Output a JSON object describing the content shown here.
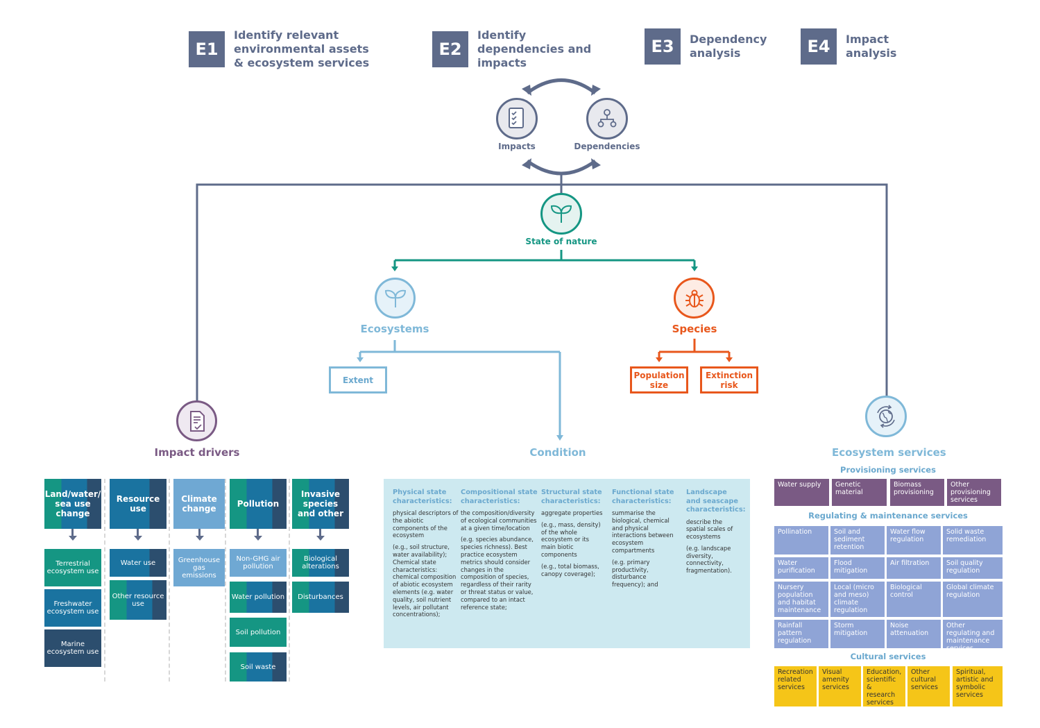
{
  "steps": [
    {
      "code": "E1",
      "label": "Identify relevant environmental assets & ecosystem services"
    },
    {
      "code": "E2",
      "label": "Identify dependencies and impacts"
    },
    {
      "code": "E3",
      "label": "Dependency analysis"
    },
    {
      "code": "E4",
      "label": "Impact analysis"
    }
  ],
  "cycle": {
    "impacts": "Impacts",
    "dependencies": "Dependencies"
  },
  "state_of_nature": "State of nature",
  "ecosystems": {
    "label": "Ecosystems",
    "extent": "Extent",
    "condition": "Condition"
  },
  "species": {
    "label": "Species",
    "population": "Population size",
    "extinction": "Extinction risk"
  },
  "impact_drivers": {
    "label": "Impact drivers",
    "columns": [
      {
        "head": "Land/water/ sea use change",
        "items": [
          "Terrestrial ecosystem use",
          "Freshwater ecosystem use",
          "Marine ecosystem use"
        ]
      },
      {
        "head": "Resource use",
        "items": [
          "Water use",
          "Other resource use"
        ]
      },
      {
        "head": "Climate change",
        "items": [
          "Greenhouse gas emissions"
        ]
      },
      {
        "head": "Pollution",
        "items": [
          "Non-GHG air pollution",
          "Water pollution",
          "Soil pollution",
          "Soil waste"
        ]
      },
      {
        "head": "Invasive species and other",
        "items": [
          "Biological alterations",
          "Disturbances"
        ]
      }
    ]
  },
  "condition_cols": [
    {
      "head": "Physical state characteristics:",
      "paras": [
        "physical descriptors of the abiotic components of the ecosystem",
        "(e.g., soil structure, water availability); Chemical state characteristics: chemical composition of abiotic ecosystem elements (e.g. water quality, soil nutrient levels, air pollutant concentrations);"
      ]
    },
    {
      "head": "Compositional state characteristics:",
      "paras": [
        "the composition/diversity of ecological communities at a given time/location",
        "(e.g. species abundance, species richness). Best practice ecosystem metrics should consider changes in the composition of species, regardless of their rarity or threat status or value, compared to an intact reference state;"
      ]
    },
    {
      "head": "Structural state characteristics:",
      "paras": [
        "aggregate properties",
        "(e.g., mass, density) of the whole ecosystem or its main biotic components",
        "(e.g., total biomass, canopy coverage);"
      ]
    },
    {
      "head": "Functional state characteristics:",
      "paras": [
        "summarise the biological, chemical and physical interactions between ecosystem compartments",
        "(e.g. primary productivity, disturbance frequency); and"
      ]
    },
    {
      "head": "Landscape and seascape characteristics:",
      "paras": [
        "describe the spatial scales of ecosystems",
        "(e.g. landscape diversity, connectivity, fragmentation)."
      ]
    }
  ],
  "ecosystem_services": {
    "label": "Ecosystem services",
    "provisioning_head": "Provisioning services",
    "provisioning": [
      "Water supply",
      "Genetic material",
      "Biomass provisioning",
      "Other provisioning services"
    ],
    "regulating_head": "Regulating & maintenance services",
    "regulating": [
      "Pollination",
      "Soil and sediment retention",
      "Water flow regulation",
      "Solid waste remediation",
      "Water purification",
      "Flood mitigation",
      "Air filtration",
      "Soil quality regulation",
      "Nursery population and habitat maintenance",
      "Local (micro and meso) climate regulation",
      "Biological control",
      "Global climate regulation",
      "Rainfall pattern regulation",
      "Storm mitigation",
      "Noise attenuation",
      "Other regulating and maintenance services"
    ],
    "cultural_head": "Cultural services",
    "cultural": [
      "Recreation related services",
      "Visual amenity services",
      "Education, scientific & research services",
      "Other cultural services",
      "Spiritual, artistic and symbolic services"
    ]
  },
  "colors": {
    "slate": "#5e6b8a",
    "teal": "#159683",
    "lightblue": "#7fb8d8",
    "orange": "#e8571c",
    "purple": "#7a5a84"
  }
}
